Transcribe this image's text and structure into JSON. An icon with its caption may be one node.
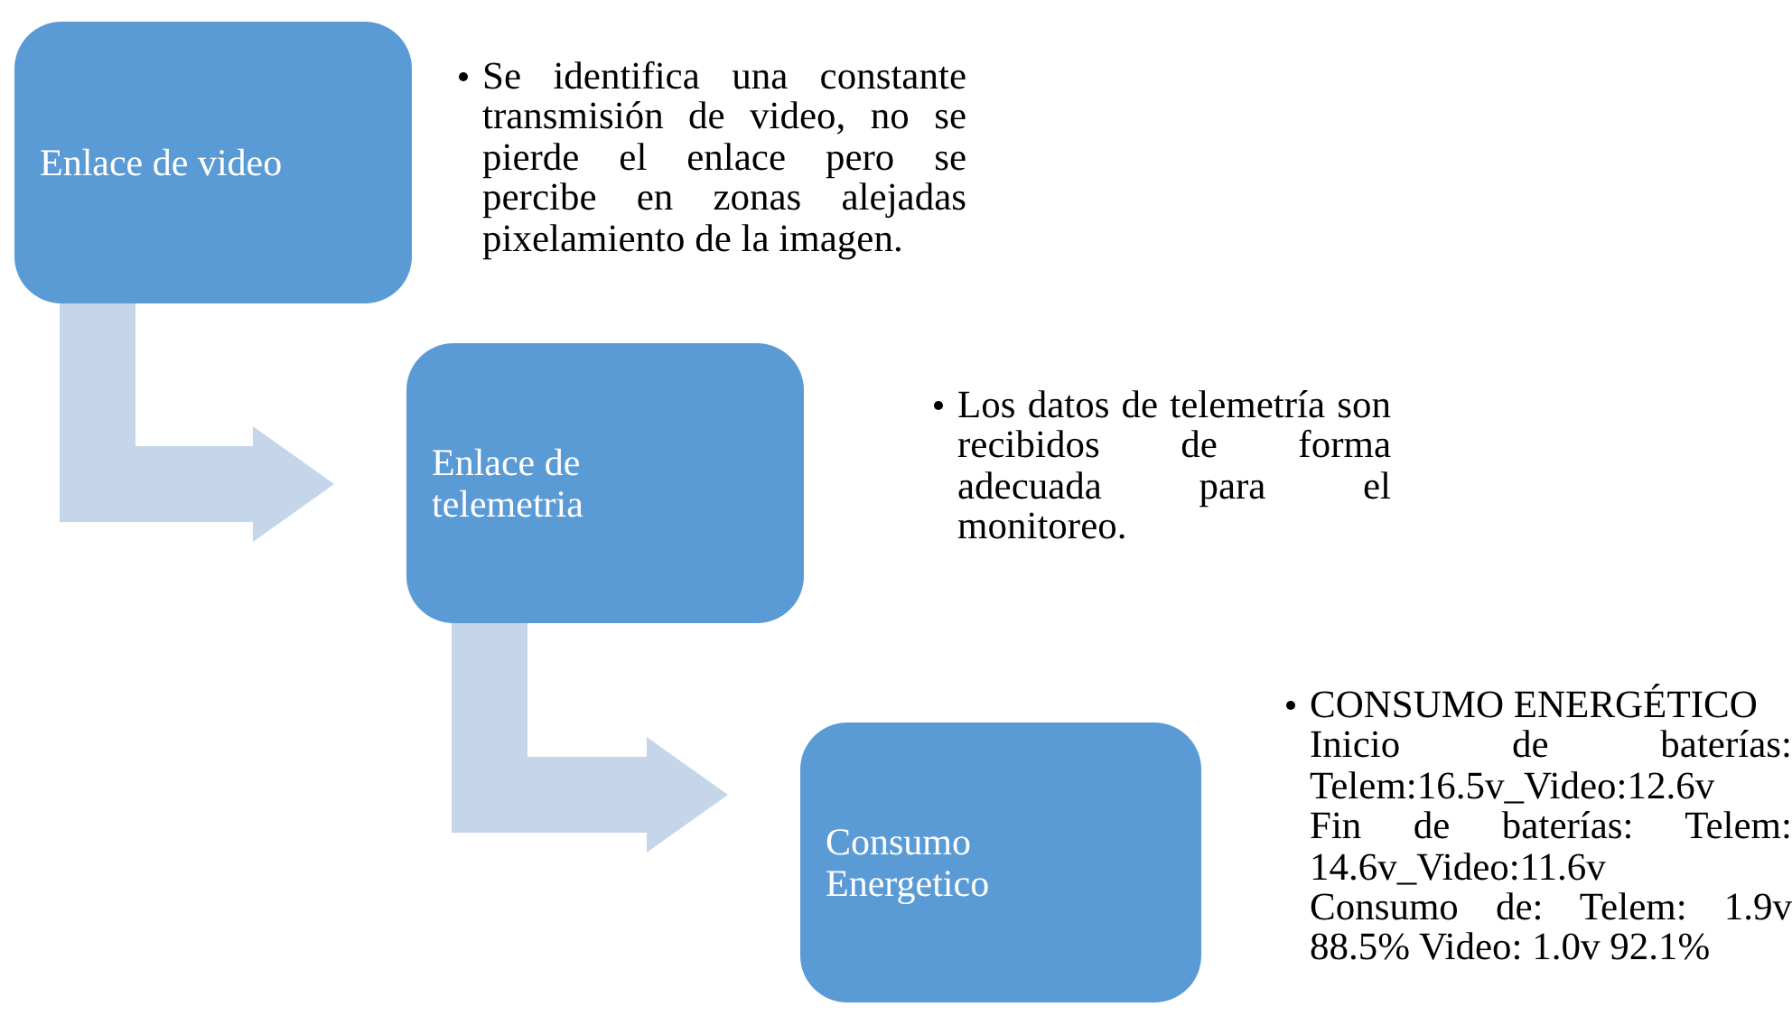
{
  "diagram": {
    "nodes": [
      {
        "text": [
          "Enlace de video"
        ],
        "beside": [
          "Se identifica una constante transmisión de video, no se pierde el enlace pero se percibe en zonas alejadas pixelamiento de la imagen."
        ]
      },
      {
        "text": [
          "Enlace de telemetria"
        ]
      },
      {
        "text": [
          "Consumo Energetico"
        ],
        "beside": [
          "CONSUMO ENERGÉTICO",
          "Inicio de baterías: Telem:16.5v_Video:12.6v",
          "Fin de baterías: Telem: 14.6v_Video:11.6v",
          "Consumo de: Telem: 1.9v 88.5%  Video: 1.0v 92.1%"
        ]
      }
    ],
    "edges": [
      {
        "from": 0,
        "to": 1,
        "arrow": "to"
      },
      {
        "from": 1,
        "to": 2,
        "arrow": "to"
      }
    ],
    "labels": [
      "Los datos de telemetría son recibidos de forma adecuada para el monitoreo."
    ]
  }
}
